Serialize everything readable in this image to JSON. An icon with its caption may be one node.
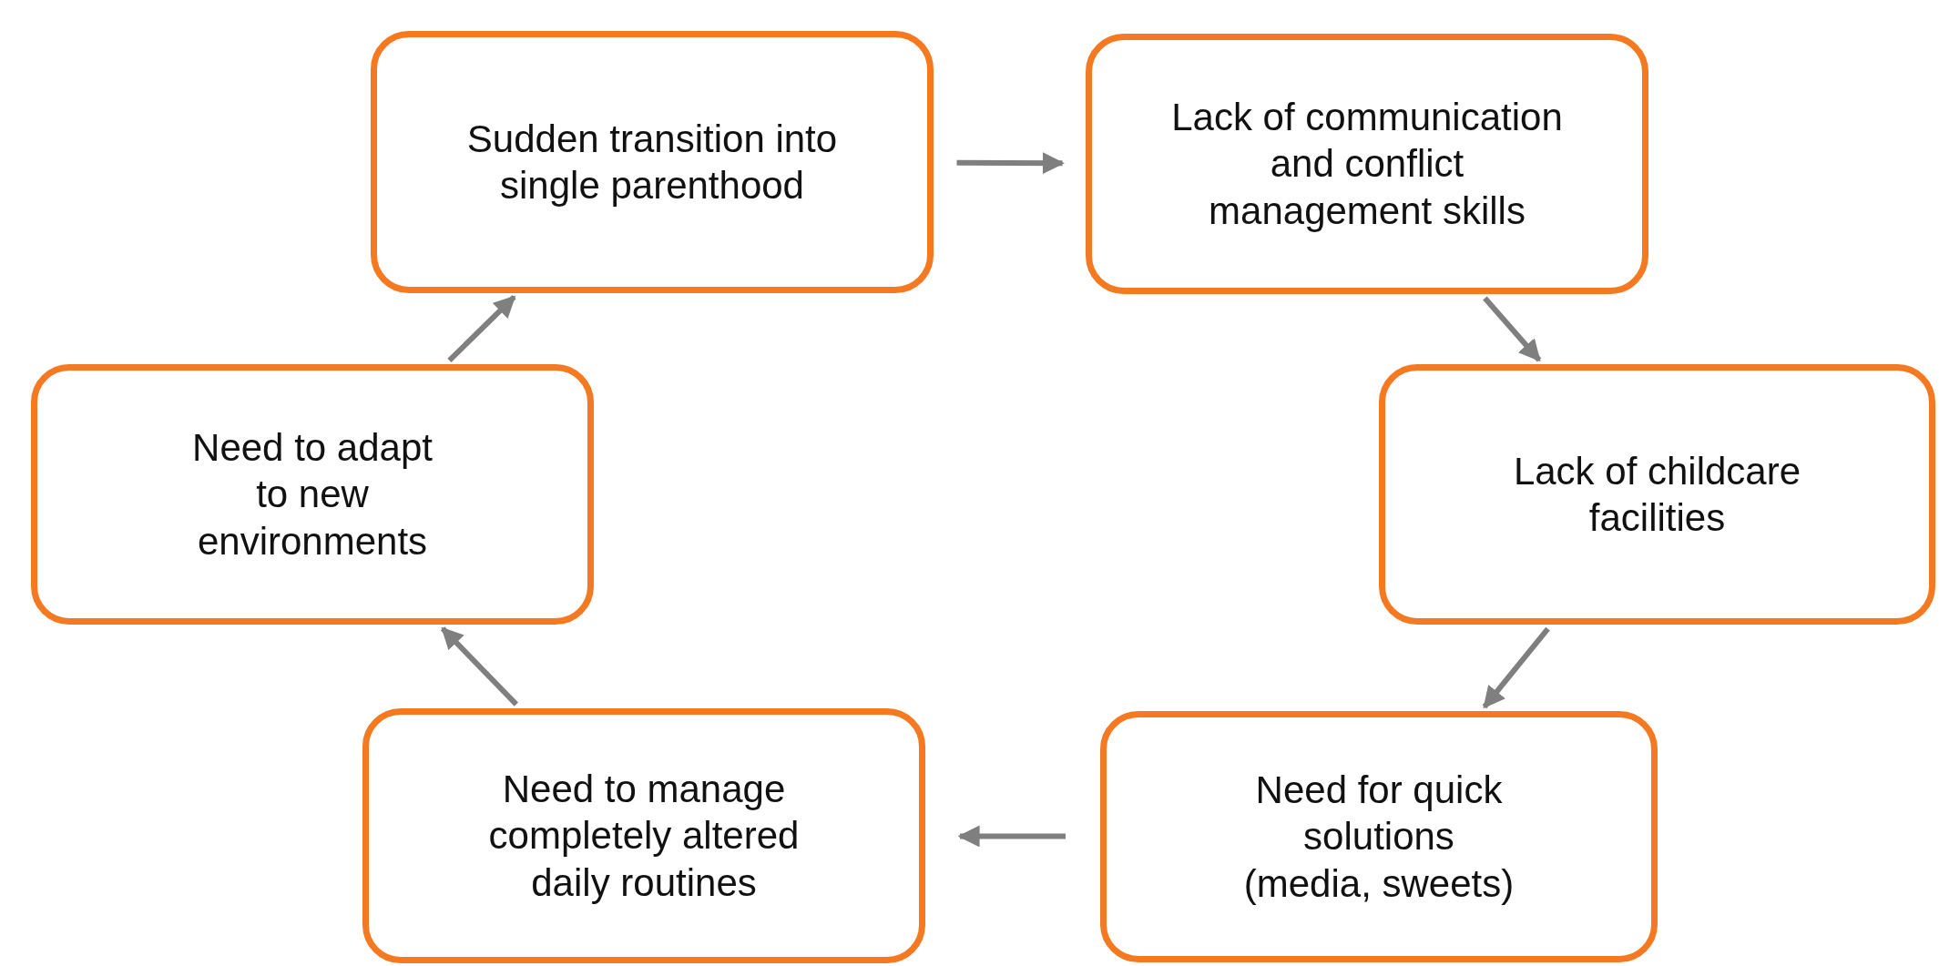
{
  "diagram": {
    "nodes": [
      {
        "text": [
          "Sudden transition into single parenthood"
        ]
      },
      {
        "text": [
          "Lack of communication and conflict management skills"
        ]
      },
      {
        "text": [
          "Lack of childcare facilities"
        ]
      },
      {
        "text": [
          "Need for quick solutions (media, sweets)"
        ]
      },
      {
        "text": [
          "Need to manage completely altered daily routines"
        ]
      },
      {
        "text": [
          "Need to adapt to new environments"
        ]
      }
    ],
    "edges": [
      {
        "from": 0,
        "to": 1,
        "arrow": "to"
      },
      {
        "from": 1,
        "to": 2,
        "arrow": "to"
      },
      {
        "from": 2,
        "to": 3,
        "arrow": "to"
      },
      {
        "from": 3,
        "to": 4,
        "arrow": "to"
      },
      {
        "from": 4,
        "to": 5,
        "arrow": "to"
      },
      {
        "from": 5,
        "to": 0,
        "arrow": "to"
      }
    ]
  }
}
